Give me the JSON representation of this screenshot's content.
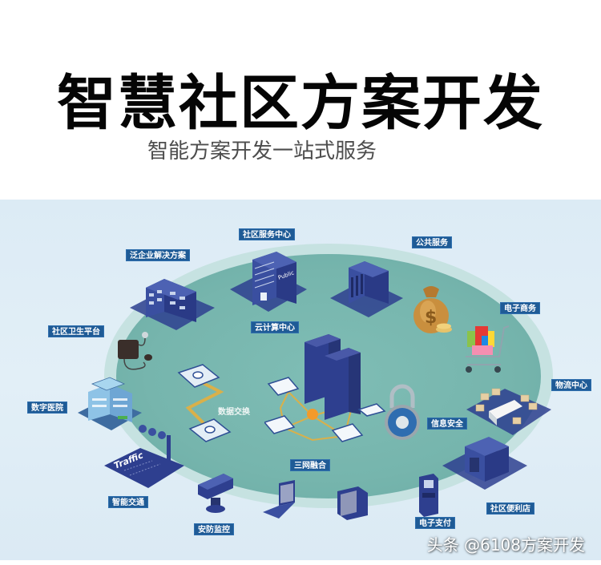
{
  "header": {
    "title": "智慧社区方案开发",
    "subtitle": "智能方案开发一站式服务"
  },
  "diagram": {
    "center_labels": {
      "cloud": "云计算中心",
      "data_exchange": "数据交换",
      "triple_network": "三网融合"
    },
    "nodes": [
      {
        "id": "enterprise",
        "label": "泛企业解决方案",
        "icon": "office-building-icon"
      },
      {
        "id": "service_center",
        "label": "社区服务中心",
        "icon": "public-building-icon"
      },
      {
        "id": "public_service",
        "label": "公共服务",
        "icon": "government-building-icon"
      },
      {
        "id": "finance",
        "label": "",
        "icon": "money-bag-icon"
      },
      {
        "id": "ecommerce",
        "label": "电子商务",
        "icon": "shopping-cart-icon"
      },
      {
        "id": "logistics",
        "label": "物流中心",
        "icon": "delivery-truck-icon"
      },
      {
        "id": "info_security",
        "label": "信息安全",
        "icon": "padlock-icon"
      },
      {
        "id": "convenience_store",
        "label": "社区便利店",
        "icon": "store-kiosk-icon"
      },
      {
        "id": "e_payment",
        "label": "电子支付",
        "icon": "payment-terminal-icon"
      },
      {
        "id": "tv",
        "label": "",
        "icon": "crt-tv-icon"
      },
      {
        "id": "laptop",
        "label": "",
        "icon": "laptop-icon"
      },
      {
        "id": "security_monitor",
        "label": "安防监控",
        "icon": "surveillance-camera-icon"
      },
      {
        "id": "smart_traffic",
        "label": "智能交通",
        "icon": "traffic-light-icon"
      },
      {
        "id": "digital_hospital",
        "label": "数字医院",
        "icon": "hospital-icon"
      },
      {
        "id": "health_platform",
        "label": "社区卫生平台",
        "icon": "blood-pressure-monitor-icon"
      }
    ],
    "traffic_sign_text": "Traffic",
    "building_sign_text": "Public"
  },
  "watermark": "头条 @6108方案开发",
  "colors": {
    "label_bg": "#1f5b96",
    "panel_bg": "#dcebf5",
    "ellipse": "#76b5ad",
    "object_blue": "#2e3f8f",
    "link_gold": "#d9b04a",
    "hub_orange": "#f39a2a"
  }
}
